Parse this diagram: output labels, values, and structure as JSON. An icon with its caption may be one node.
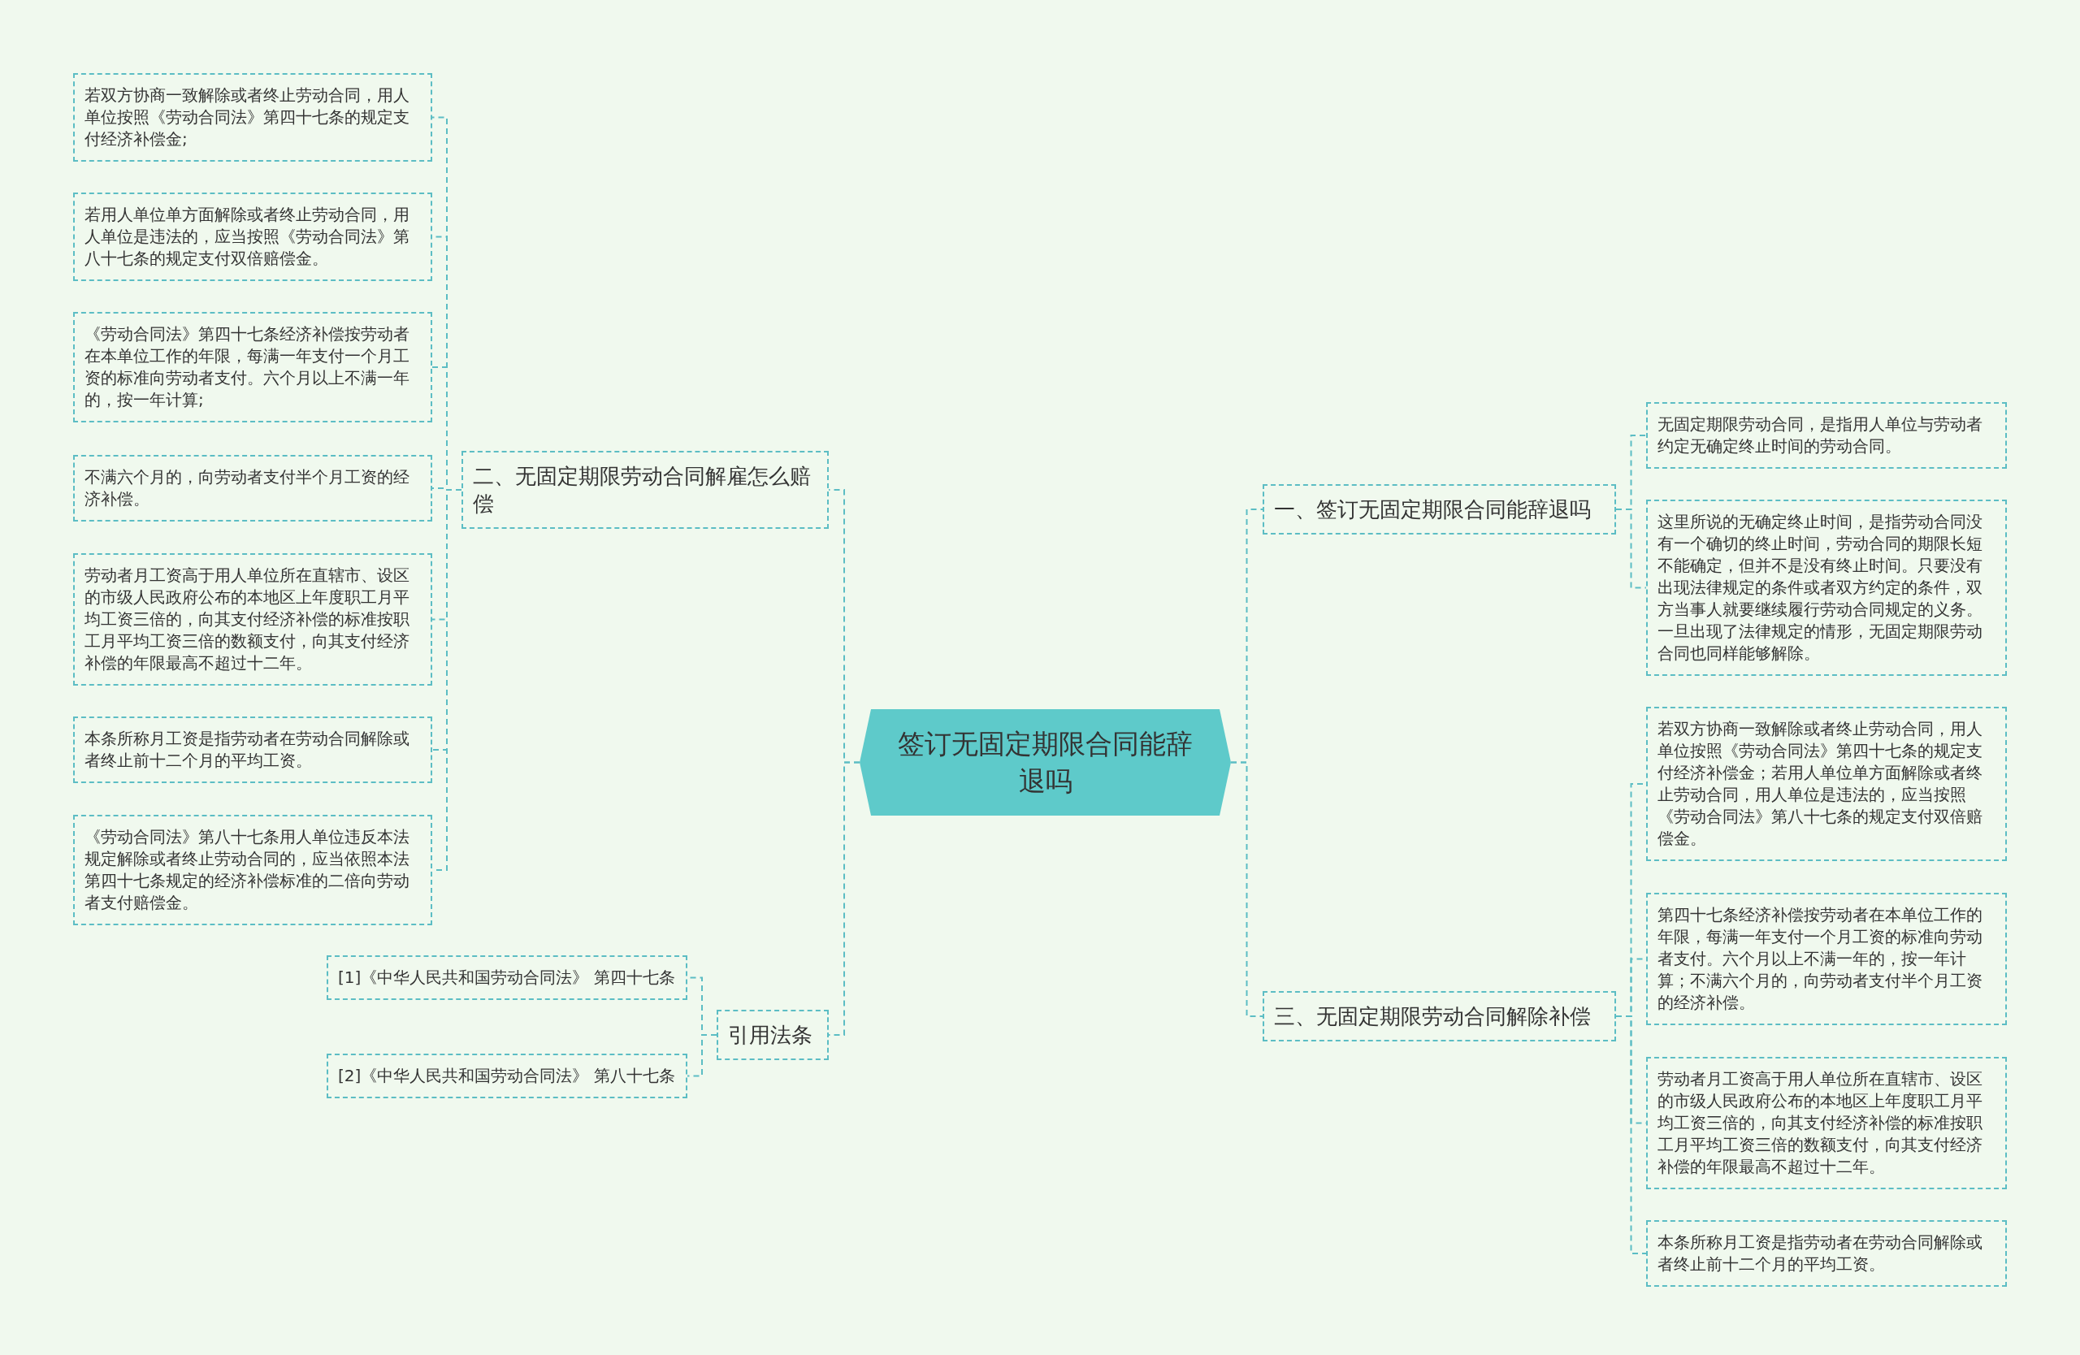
{
  "diagram": {
    "nodes": [
      {
        "text": [
          "签订无固定期限合同能辞退吗"
        ]
      },
      {
        "text": [
          "一、签订无固定期限合同能辞退吗"
        ]
      },
      {
        "text": [
          "无固定期限劳动合同，是指用人单位与劳动者约定无确定终止时间的劳动合同。"
        ]
      },
      {
        "text": [
          "这里所说的无确定终止时间，是指劳动合同没有一个确切的终止时间，劳动合同的期限长短不能确定，但并不是没有终止时间。只要没有出现法律规定的条件或者双方约定的条件，双方当事人就要继续履行劳动合同规定的义务。一旦出现了法律规定的情形，无固定期限劳动合同也同样能够解除。"
        ]
      },
      {
        "text": [
          "三、无固定期限劳动合同解除补偿"
        ]
      },
      {
        "text": [
          "若双方协商一致解除或者终止劳动合同，用人单位按照《劳动合同法》第四十七条的规定支付经济补偿金；若用人单位单方面解除或者终止劳动合同，用人单位是违法的，应当按照《劳动合同法》第八十七条的规定支付双倍赔偿金。"
        ]
      },
      {
        "text": [
          "第四十七条经济补偿按劳动者在本单位工作的年限，每满一年支付一个月工资的标准向劳动者支付。六个月以上不满一年的，按一年计算；不满六个月的，向劳动者支付半个月工资的经济补偿。"
        ]
      },
      {
        "text": [
          "劳动者月工资高于用人单位所在直辖市、设区的市级人民政府公布的本地区上年度职工月平均工资三倍的，向其支付经济补偿的标准按职工月平均工资三倍的数额支付，向其支付经济补偿的年限最高不超过十二年。"
        ]
      },
      {
        "text": [
          "本条所称月工资是指劳动者在劳动合同解除或者终止前十二个月的平均工资。"
        ]
      },
      {
        "text": [
          "二、无固定期限劳动合同解雇怎么赔偿"
        ]
      },
      {
        "text": [
          "若双方协商一致解除或者终止劳动合同，用人单位按照《劳动合同法》第四十七条的规定支付经济补偿金;"
        ]
      },
      {
        "text": [
          "若用人单位单方面解除或者终止劳动合同，用人单位是违法的，应当按照《劳动合同法》第八十七条的规定支付双倍赔偿金。"
        ]
      },
      {
        "text": [
          "《劳动合同法》第四十七条经济补偿按劳动者在本单位工作的年限，每满一年支付一个月工资的标准向劳动者支付。六个月以上不满一年的，按一年计算;"
        ]
      },
      {
        "text": [
          "不满六个月的，向劳动者支付半个月工资的经济补偿。"
        ]
      },
      {
        "text": [
          "劳动者月工资高于用人单位所在直辖市、设区的市级人民政府公布的本地区上年度职工月平均工资三倍的，向其支付经济补偿的标准按职工月平均工资三倍的数额支付，向其支付经济补偿的年限最高不超过十二年。"
        ]
      },
      {
        "text": [
          "本条所称月工资是指劳动者在劳动合同解除或者终止前十二个月的平均工资。"
        ]
      },
      {
        "text": [
          "《劳动合同法》第八十七条用人单位违反本法规定解除或者终止劳动合同的，应当依照本法第四十七条规定的经济补偿标准的二倍向劳动者支付赔偿金。"
        ]
      },
      {
        "text": [
          "引用法条"
        ]
      },
      {
        "text": [
          "[1]《中华人民共和国劳动合同法》 第四十七条"
        ]
      },
      {
        "text": [
          "[2]《中华人民共和国劳动合同法》 第八十七条"
        ]
      }
    ],
    "edges": [
      {
        "from": 0,
        "to": 1,
        "arrow": "none"
      },
      {
        "from": 0,
        "to": 4,
        "arrow": "none"
      },
      {
        "from": 0,
        "to": 9,
        "arrow": "none"
      },
      {
        "from": 0,
        "to": 17,
        "arrow": "none"
      },
      {
        "from": 1,
        "to": 2,
        "arrow": "none"
      },
      {
        "from": 1,
        "to": 3,
        "arrow": "none"
      },
      {
        "from": 4,
        "to": 5,
        "arrow": "none"
      },
      {
        "from": 4,
        "to": 6,
        "arrow": "none"
      },
      {
        "from": 4,
        "to": 7,
        "arrow": "none"
      },
      {
        "from": 4,
        "to": 8,
        "arrow": "none"
      },
      {
        "from": 9,
        "to": 10,
        "arrow": "none"
      },
      {
        "from": 9,
        "to": 11,
        "arrow": "none"
      },
      {
        "from": 9,
        "to": 12,
        "arrow": "none"
      },
      {
        "from": 9,
        "to": 13,
        "arrow": "none"
      },
      {
        "from": 9,
        "to": 14,
        "arrow": "none"
      },
      {
        "from": 9,
        "to": 15,
        "arrow": "none"
      },
      {
        "from": 9,
        "to": 16,
        "arrow": "none"
      },
      {
        "from": 17,
        "to": 18,
        "arrow": "none"
      },
      {
        "from": 17,
        "to": 19,
        "arrow": "none"
      }
    ]
  }
}
